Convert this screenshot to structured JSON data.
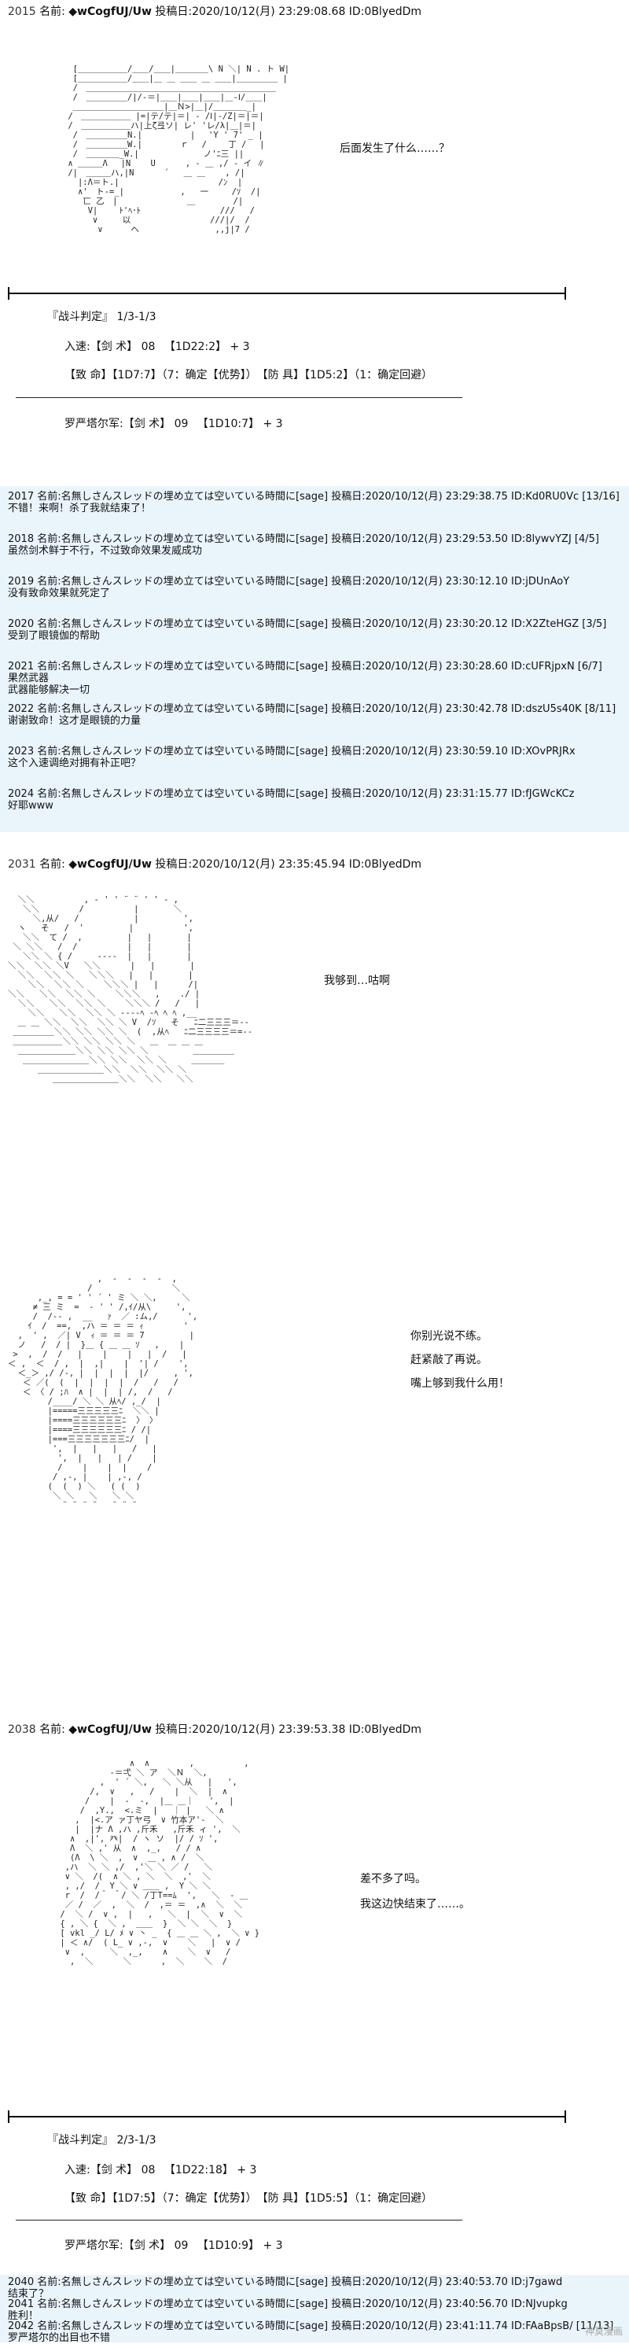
{
  "section1": {
    "header": {
      "num": "2015",
      "name_label": "名前:",
      "trip": "◆wCogfUJ/Uw",
      "posted": "投稿日:2020/10/12(月) 23:29:08.68 ID:0BlyedDm"
    },
    "aa_lines": [
      "  [＿＿＿＿＿＿/＿＿/＿＿|＿＿＿＿\\ N ＼| N . ト W|",
      "  [＿＿＿＿＿＿/＿＿|＿ ＿ ＿＿ ＿ ＿＿|＿＿＿＿＿ |",
      "  /　＿＿＿＿＿＿＿＿＿＿＿＿＿＿＿＿＿＿＿＿＿＿＿",
      "  /　＿＿＿＿＿/|/-＝|＿＿|＿＿|＿＿|＿-Ⅰ/＿＿|",
      "  ＿＿＿＿＿＿＿＿＿＿＿|＿Ｎ>|＿|/＿＿＿＿_|",
      " /　＿＿＿＿＿＿ |=|テ/テ|＝| - /Ⅰ|-/Z|＝|＝|",
      " /　＿＿＿＿＿＿ハ|上ζ弖ソ| レ' 'レ/λ|＿|＝|",
      "  /　＿＿＿＿＿N.|  　　　　 |　 'Y ' 7' _ |",
      "  /　＿＿＿＿＿W.|　　　　 ｒ　 /　　 丁 /　 |",
      "  /　＿＿＿＿_W.|  　　　　　 　ノ'ﾆ三 ||",
      " ∧ ＿＿＿Λ　 |N    U      , - ＿ ,/ - イ ∥",
      " /|　＿＿＿ハ,|N      ´   ＿ ＿    , /|",
      "   |:Λ＝ト.|    　　　　　　　　　 /ﾝ  |",
      "   ∧'　ト-=_|  　　　　　 ,   一　   /ｿ  /|",
      "    匸 乙　|    　　　　　　＿　　　　 /|",
      "     V|　　 ﾄ'ﾍ･ﾄ　　　　　　　　　 ///   /",
      "      ∨　　　以　　　　　　　　　 ///|/  /",
      "       ∨  　  ヘ　　　　　　　 　 ,,j|7 /"
    ],
    "bubble": "后面发生了什么……？"
  },
  "battle1": {
    "title": "『战斗判定』 1/3-1/3",
    "attack_line": "入速:【剑 术】 08 　【1D22:2】 + 3",
    "result_line": "【致 命】【1D7:7】（7：确定【优势】）　【防 具】【1D5:2】（1：确定回避）",
    "defend_line": "罗严塔尔军:【剑 术】 09 　【1D10:7】 + 3"
  },
  "posts1": [
    {
      "header": "2017 名前:名無しさんスレッドの埋め立ては空いている時間に[sage] 投稿日:2020/10/12(月) 23:29:38.75 ID:Kd0RU0Vc [13/16]",
      "body": "不错！来啊！杀了我就结束了！"
    },
    {
      "header": "2018 名前:名無しさんスレッドの埋め立ては空いている時間に[sage] 投稿日:2020/10/12(月) 23:29:53.50 ID:8lywvYZJ [4/5]",
      "body": "虽然剑术鲜于不行，不过致命效果发威成功"
    },
    {
      "header": "2019 名前:名無しさんスレッドの埋め立ては空いている時間に[sage] 投稿日:2020/10/12(月) 23:30:12.10 ID:jDUnAoY",
      "body": "没有致命效果就死定了"
    },
    {
      "header": "2020 名前:名無しさんスレッドの埋め立ては空いている時間に[sage] 投稿日:2020/10/12(月) 23:30:20.12 ID:X2ZteHGZ [3/5]",
      "body": "受到了眼镜伽的帮助"
    },
    {
      "header": "2021 名前:名無しさんスレッドの埋め立ては空いている時間に[sage] 投稿日:2020/10/12(月) 23:30:28.60 ID:cUFRjpxN [6/7]",
      "body": "果然武器\n武器能够解决一切"
    },
    {
      "header": "2022 名前:名無しさんスレッドの埋め立ては空いている時間に[sage] 投稿日:2020/10/12(月) 23:30:42.78 ID:dszU5s40K [8/11]",
      "body": "谢谢致命！这才是眼镜的力量"
    },
    {
      "header": "2023 名前:名無しさんスレッドの埋め立ては空いている時間に[sage] 投稿日:2020/10/12(月) 23:30:59.10 ID:XOvPRJRx",
      "body": "这个入速调绝对拥有补正吧？"
    },
    {
      "header": "2024 名前:名無しさんスレッドの埋め立ては空いている時間に[sage] 投稿日:2020/10/12(月) 23:31:15.77 ID:fJGWcKCz",
      "body": "好耶www"
    }
  ],
  "section2": {
    "header": {
      "num": "2031",
      "name_label": "名前:",
      "trip": "◆wCogfUJ/Uw",
      "posted": "投稿日:2020/10/12(月) 23:35:45.94 ID:0BlyedDm"
    },
    "aa1_lines": [
      "  ＼＼          , - ' ' ¨ ¨ ' ' - ,",
      "   ＼＼        /          |       ＼",
      "     ＼,从/   /           |         ',",
      "  ヽ   そ   /  '         |          ',",
      "   ＼＼  て /  ,         |   |       |",
      " ＼ ＼＼   /  /          |   |       |",
      "   ＼＼ ＼ { /     -‐‐‐  |   |       |",
      "＼＼  ＼＼ ＼V   ＼＼      |   |       |",
      "  ＼＼  ＼＼ ＼   ＼＼＼   |   |       |",
      "    ＼＼  ＼＼ ＼    ＼＼＼ |   |      /|",
      "＼＼   ＼＼  ＼＼ ＼    ＼＼＼   ,    ./ |",
      "  ＼＼   ＼＼  ＼＼ ＼    ＼＼＼ /   /   |",
      "    ＼＼   ＼＼  ＼＼ ＼ ---‐ﾍ ‐ﾍ ﾍ ﾍ ,__",
      "  ＿ ＿ ＼＼  ＼＼  ＼＼ ＼ V  /ｿ   そ   ﾆ二三三三＝--",
      " ＿＿＿＿＿＼＼ ＼＼ ＼＼ ＼  (  ,从ﾍ   ﾆ二三三三三＝=--",
      " ＿＿＿＿＿＿＼＼ ＼＼ ＼＼ ＼   ＿  ＿ ＿ ＿",
      "  ＿＿＿＿＿＿＿＼＼ ＼＼ ＼＼ ＼         ＿＿＿＿＿",
      "   ＿＿＿＿＿＿＿＿＼＼ ＼＼  ＼＼ ＼     ＿＿＿＿",
      "      ＿＿＿＿＿＿＿＿＼＼  ＼＼  ＼＼ ＼",
      "         ＿＿＿＿＿＿＿＿＼＼  ＼＼   ＼＼"
    ],
    "bubble1": "我够到…咕啊",
    "aa2_lines": [
      "                  ,  -  ‐  ‐  -  ,",
      "                /                ＼",
      "      ,_, = = ' ' ´ ' ミ ＼ ＼,     ＼",
      "     ≠ 三 ミ  =  - ' ' /,ｲ/从\\     ',",
      "     /  /‐- ,  __   ｧ  ／ :ム,/      ',",
      "    ｲ  /  ==,  ,ハ ＝ ＝ ＝ ｨ        '",
      "  ,  ' ,  ／| V  ｨ ＝ ＝ ＝ 7         |",
      "  ノ   /  / |  }＿ { ＿ ＿ ｿ   ,    |",
      " >  ,  /  /   |    |    |   |  /   |",
      "＜ ,  ＜  / ,  |  ,|    |  '| /    ',",
      "  ＜_＞ ,/ /-, |  |  |  |  |/     , ',",
      "   ＜ ／(  (  |  |  |  |  /   /   /",
      "   ＜ 〈 / ;ﾊ  ∧ |  |  | /,  /   /",
      "        /____/ ＼ ＼ 从ﾍ/ ,_/  |",
      "        |=====三三三三三ﾆ  ＼＼ |",
      "        |====三三三三三三ﾆ  〉 〉",
      "        |====三三三三三三ﾆ / /|",
      "        |===三三三三三三三ﾆ/  |",
      "         ',  |   |   |   /   |",
      "          ',  |   |   | /    |",
      "          /    |    |  |    /",
      "         / ,-, |    | ,-, /",
      "        (  (  ) ＼   ( (  )",
      "         ＼ ＼   ＼   ＼ ＼",
      "           ¨ ¨ ¨ ¨   ¨ ¨ ¨"
    ],
    "bubble2_lines": [
      "你别光说不练。",
      "赶紧敲了再说。",
      "嘴上够到我什么用！"
    ]
  },
  "section3": {
    "header": {
      "num": "2038",
      "name_label": "名前:",
      "trip": "◆wCogfUJ/Uw",
      "posted": "投稿日:2020/10/12(月) 23:39:53.38 ID:0BlyedDm"
    },
    "aa_lines": [
      "               ∧  ∧        ,          ,",
      "           ‐＝弌 ＼ ア  ＼Ｎ  ＼,",
      "         ,  ' ´ ＼,   ＼ ＼从   |   ',",
      "       /,  ∨   ,   /    |  ＼  |  ∧",
      "      /    |  ‐  -,  |＿ ＿｜   ',  |",
      "     /  ,Y.,  <.ミ  |   ｜ |   ＼ ∧",
      "    ,  |<.ア ァ丁ヤ弓  ∨ 竹本ア'‐  ＼",
      "    |  |ナ Λ ,ハ ,斤禾   ,斤禾 ィ ',  ＼",
      "   ∧  ,|', 癶|  / ヽ ソ  |/ / ｿ ',",
      "   Λ  ＼ ,' 从  ∧  ,_,   / / ∧",
      "   (Λ  \\ ＼  ,  ∨  ＿ , ∧ /  ＼",
      "  ,ハ  ＼ ＼ ,/  ,'＼ ＼ ／ /   ＼",
      "  ∨ ＼  /(  ∧ ＼ , ＼  ＼  ,'  ＼",
      "  , ,/  /  Y ＼ ∨ ＿＿ ,  Y ＼ ＼",
      "  r  /  /＾ ＾/ ＼ /丁T==ﾑ  ',   ＼  - ＿",
      "  ／ /  ／  ,  ＼  /  ,＝ ＝  ,∧  ＼  ＼",
      " /  ＼ /  ∨ ,  |   ,   ＼  |  ＼  ∨  ＼",
      " { , ＼ {  ＼ ,  ＿＿  }  ＼ ＼  ＼  }",
      " [ vkl _/ L/ ﾒ ∨ 丶 _  { ＿ ＿ ＼ ,  ＼ ∨ }",
      " | ＜ ∧/  ( L_ ∨ ,-,  ∨    ＼   |  ∨ /",
      "  ∨  ,     ＼  ,_,    ∧    ＼  ∨   /",
      "   ,  ＼      ＼      ,  ＼    ＼  /"
    ],
    "bubble_lines": [
      "差不多了吗。",
      "我这边快结束了……。"
    ]
  },
  "battle2": {
    "title": "『战斗判定』 2/3-1/3",
    "attack_line": "入速:【剑 术】 08 　【1D22:18】 + 3",
    "result_line": "【致 命】【1D7:5】（7：确定【优势】）　【防 具】【1D5:5】（1：确定回避）",
    "defend_line": "罗严塔尔军:【剑 术】 09 　【1D10:9】 + 3"
  },
  "posts2": [
    {
      "header": "2040 名前:名無しさんスレッドの埋め立ては空いている時間に[sage] 投稿日:2020/10/12(月) 23:40:53.70 ID:j7gawd",
      "body": "结束了？"
    },
    {
      "header": "2041 名前:名無しさんスレッドの埋め立ては空いている時間に[sage] 投稿日:2020/10/12(月) 23:40:56.70 ID:NJvupkg",
      "body": "胜利！"
    },
    {
      "header": "2042 名前:名無しさんスレッドの埋め立ては空いている時間に[sage] 投稿日:2020/10/12(月) 23:41:11.74 ID:FAaBpsB/ [11/13]",
      "body": "罗严塔尔的出目也不错"
    }
  ],
  "watermark": "神莫漫画"
}
